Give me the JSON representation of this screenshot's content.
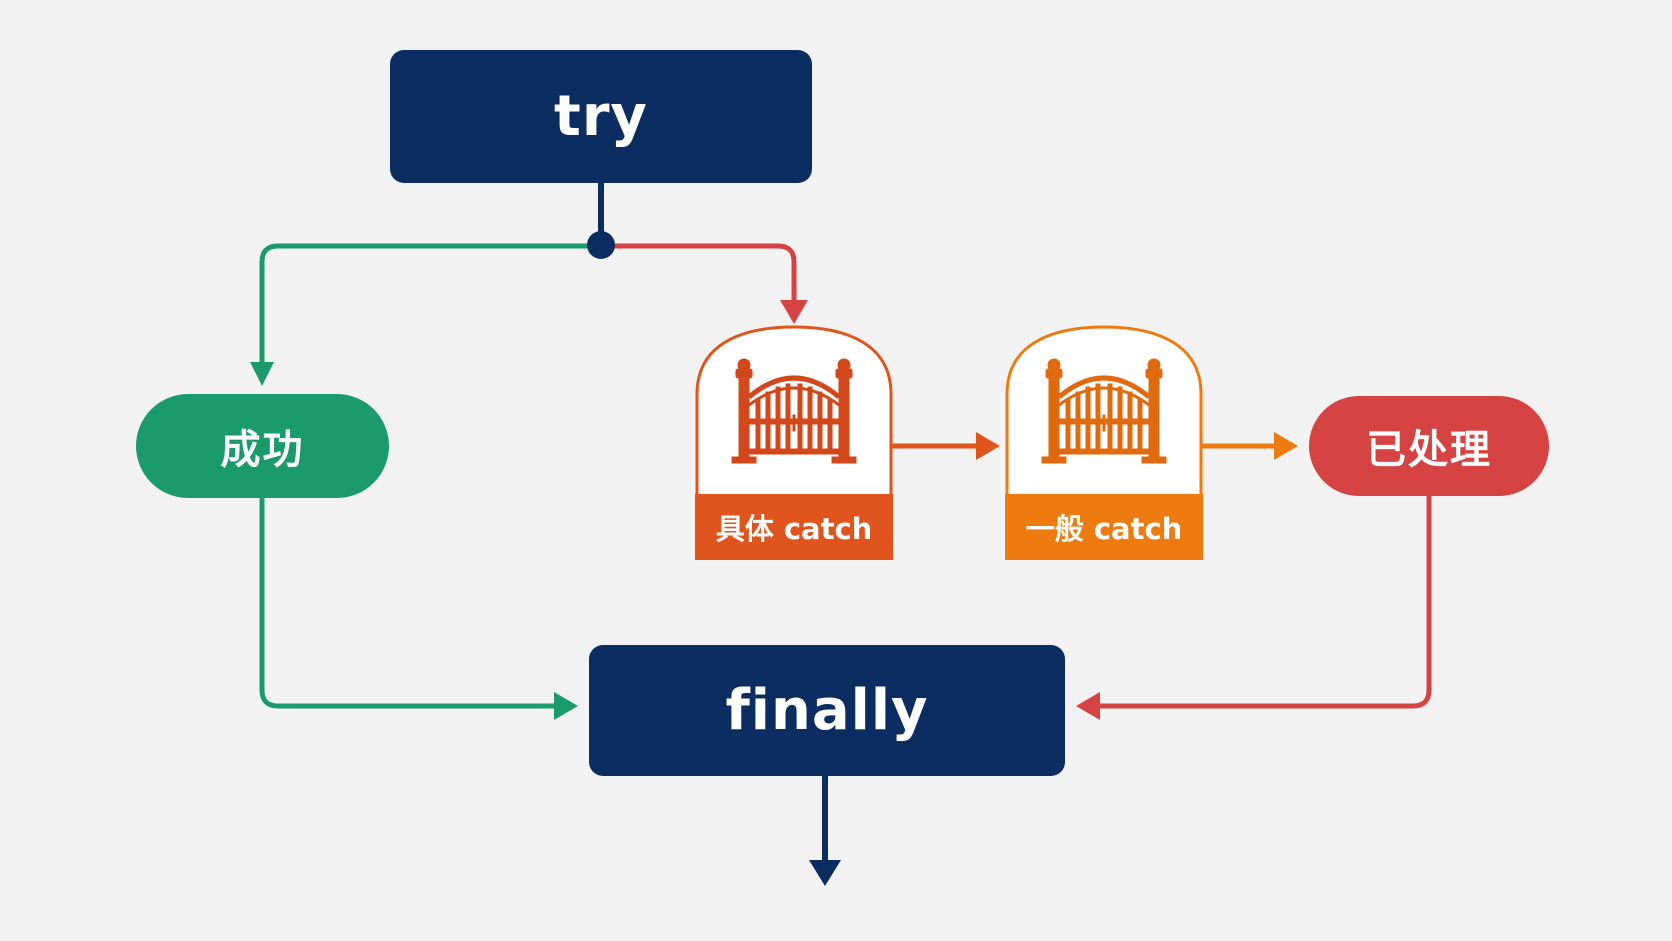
{
  "nodes": {
    "try": {
      "label": "try"
    },
    "success": {
      "label": "成功"
    },
    "specific_catch": {
      "label": "具体 catch"
    },
    "general_catch": {
      "label": "一般 catch"
    },
    "handled": {
      "label": "已处理"
    },
    "finally": {
      "label": "finally"
    }
  },
  "colors": {
    "navy": "#0c2d62",
    "green": "#1b9a6e",
    "red": "#d64343",
    "orange_red": "#e0541e",
    "orange": "#ee7b10",
    "background": "#f2f2f2"
  },
  "icons": {
    "gate": "gate-icon"
  }
}
